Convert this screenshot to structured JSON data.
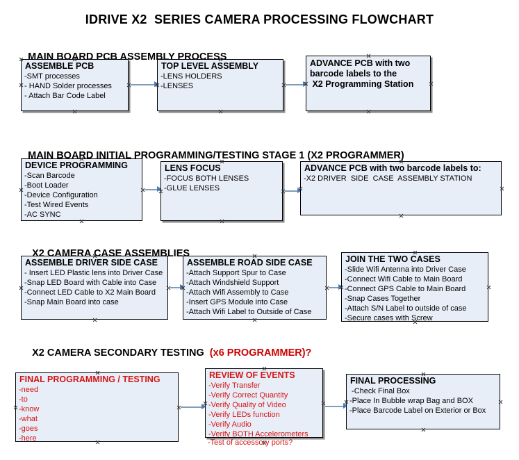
{
  "document": {
    "title": "IDRIVE X2  SERIES CAMERA PROCESSING FLOWCHART"
  },
  "colors": {
    "box_fill": "#e8eef7",
    "box_border": "#000000",
    "box_shadow": "#8a8a8a",
    "connector": "#7f9db9",
    "arrow": "#4a7ebb",
    "text": "#000000",
    "accent_red": "#d41515"
  },
  "sections": [
    {
      "id": "section-1",
      "title": "MAIN BOARD PCB ASSEMBLY PROCESS",
      "title_accent": "",
      "boxes": [
        {
          "id": "assemble-pcb",
          "title": "ASSEMBLE PCB",
          "lines": [
            "-SMT processes",
            "- HAND Solder processes",
            "- Attach Bar Code Label"
          ]
        },
        {
          "id": "top-level-assembly",
          "title": "TOP LEVEL ASSEMBLY",
          "lines": [
            "-LENS HOLDERS",
            "-LENSES"
          ]
        },
        {
          "id": "advance-pcb-programming-station",
          "title": "ADVANCE PCB with two\nbarcode labels to the\n X2 Programming Station",
          "lines": []
        }
      ]
    },
    {
      "id": "section-2",
      "title": "MAIN BOARD INITIAL PROGRAMMING/TESTING STAGE 1 (X2 PROGRAMMER)",
      "title_accent": "",
      "boxes": [
        {
          "id": "device-programming",
          "title": "DEVICE PROGRAMMING",
          "lines": [
            "-Scan Barcode",
            "-Boot Loader",
            "-Device Configuration",
            "-Test Wired Events",
            "-AC SYNC"
          ]
        },
        {
          "id": "lens-focus",
          "title": "LENS FOCUS",
          "lines": [
            "-FOCUS BOTH LENSES",
            "-GLUE LENSES"
          ]
        },
        {
          "id": "advance-pcb-driver-side",
          "title": "ADVANCE PCB with two barcode labels to:",
          "lines": [
            "-X2 DRIVER  SIDE  CASE  ASSEMBLY STATION"
          ]
        }
      ]
    },
    {
      "id": "section-3",
      "title": "X2 CAMERA CASE ASSEMBLIES",
      "title_accent": "",
      "boxes": [
        {
          "id": "assemble-driver-side-case",
          "title": "ASSEMBLE DRIVER SIDE CASE",
          "lines": [
            "- Insert LED Plastic lens into Driver Case",
            "-Snap LED Board with Cable into Case",
            "-Connect LED Cable to X2 Main Board",
            "-Snap Main Board into case"
          ]
        },
        {
          "id": "assemble-road-side-case",
          "title": "ASSEMBLE ROAD SIDE CASE",
          "lines": [
            "-Attach Support Spur to Case",
            "-Attach Windshield Support",
            "-Attach Wifi Assembly to Case",
            "-Insert GPS Module into Case",
            "-Attach Wifi Label to Outside of Case"
          ]
        },
        {
          "id": "join-the-two-cases",
          "title": "JOIN THE TWO CASES",
          "lines": [
            "-Slide Wifi Antenna into Driver Case",
            "-Connect Wifi Cable to Main Board",
            "-Connect GPS Cable to Main Board",
            "-Snap Cases Together",
            "-Attach S/N Label to outside of case",
            "-Secure cases with Screw"
          ]
        }
      ]
    },
    {
      "id": "section-4",
      "title": "X2 CAMERA SECONDARY TESTING  ",
      "title_accent": "(x6 PROGRAMMER)?",
      "boxes": [
        {
          "id": "final-programming-testing",
          "title": "FINAL PROGRAMMING / TESTING",
          "lines": [
            "-need",
            "-to",
            "-know",
            "-what",
            "-goes",
            "-here"
          ]
        },
        {
          "id": "review-of-events",
          "title": "REVIEW OF EVENTS",
          "lines": [
            "-Verify Transfer",
            "-Verify Correct Quantity",
            "-Verify Quality of Video",
            "-Verify LEDs function",
            "-Verify Audio",
            "-Verify BOTH Accelerometers"
          ],
          "overflow_line": "-Test of accessory ports?"
        },
        {
          "id": "final-processing",
          "title": "FINAL PROCESSING",
          "lines": [
            " -Check Final Box",
            "-Place In Bubble wrap Bag and BOX",
            "-Place Barcode Label on Exterior or Box"
          ]
        }
      ]
    }
  ]
}
